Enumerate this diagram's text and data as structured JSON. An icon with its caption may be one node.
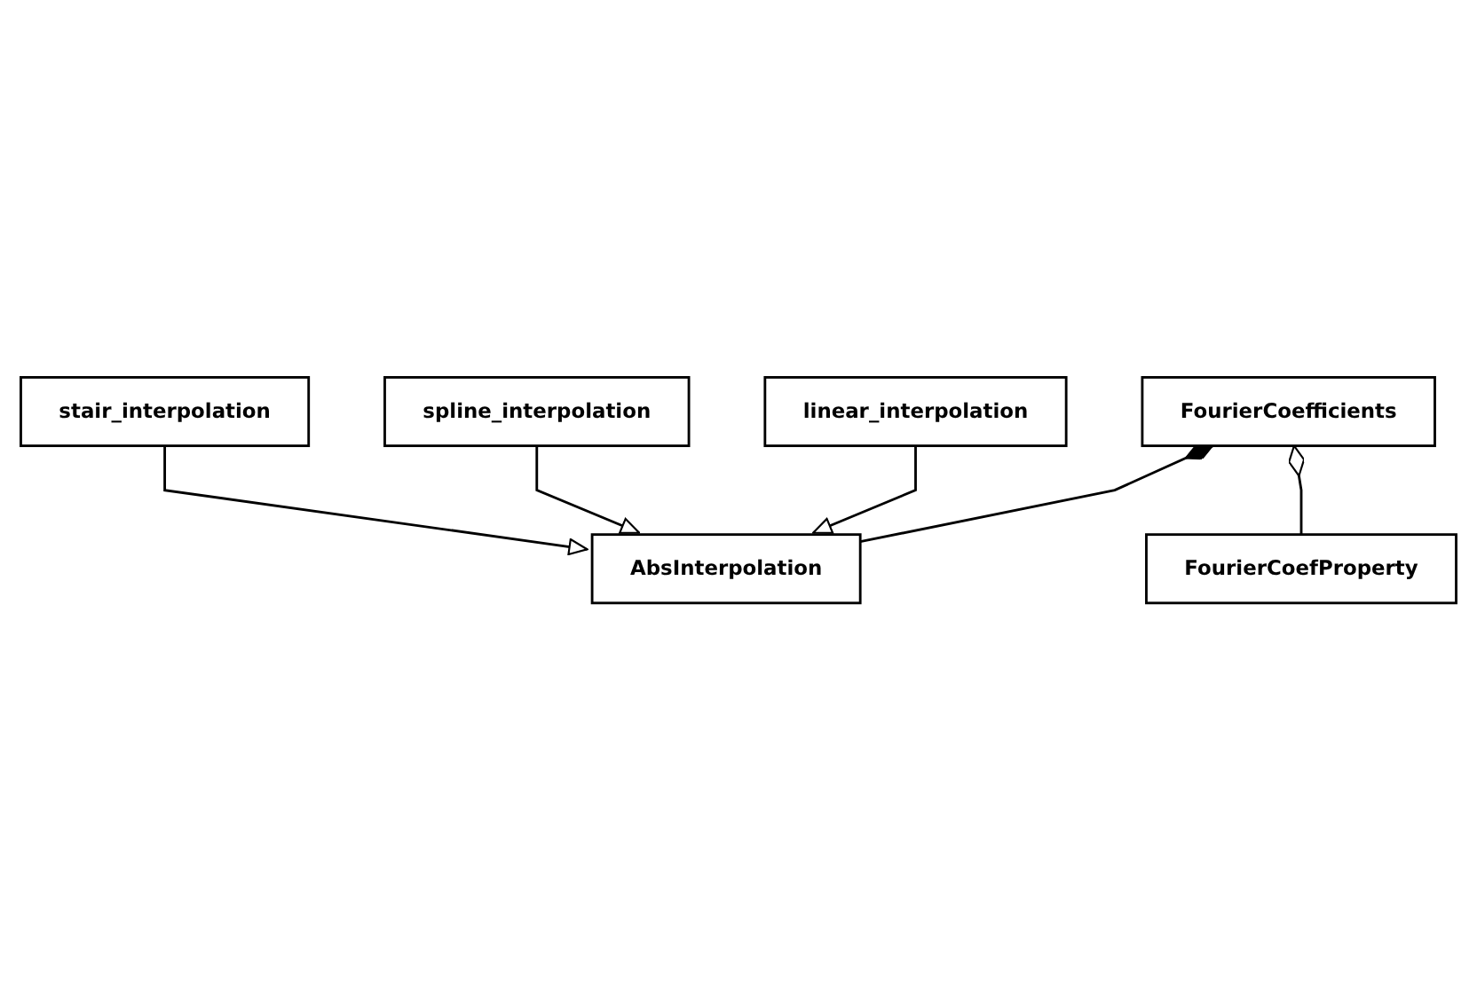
{
  "diagram": {
    "nodes": [
      {
        "text": [
          "FourierCoefficients"
        ]
      },
      {
        "text": [
          "AbsInterpolation"
        ]
      },
      {
        "text": [
          "FourierCoefProperty"
        ]
      },
      {
        "text": [
          "linear_interpolation"
        ]
      },
      {
        "text": [
          "spline_interpolation"
        ]
      },
      {
        "text": [
          "stair_interpolation"
        ]
      }
    ],
    "edges": [
      {
        "from": 0,
        "to": 1,
        "arrow": "other"
      },
      {
        "from": 0,
        "to": 2,
        "arrow": "other"
      },
      {
        "from": 3,
        "to": 1,
        "arrow": "to"
      },
      {
        "from": 4,
        "to": 1,
        "arrow": "to"
      },
      {
        "from": 5,
        "to": 1,
        "arrow": "to"
      }
    ]
  }
}
